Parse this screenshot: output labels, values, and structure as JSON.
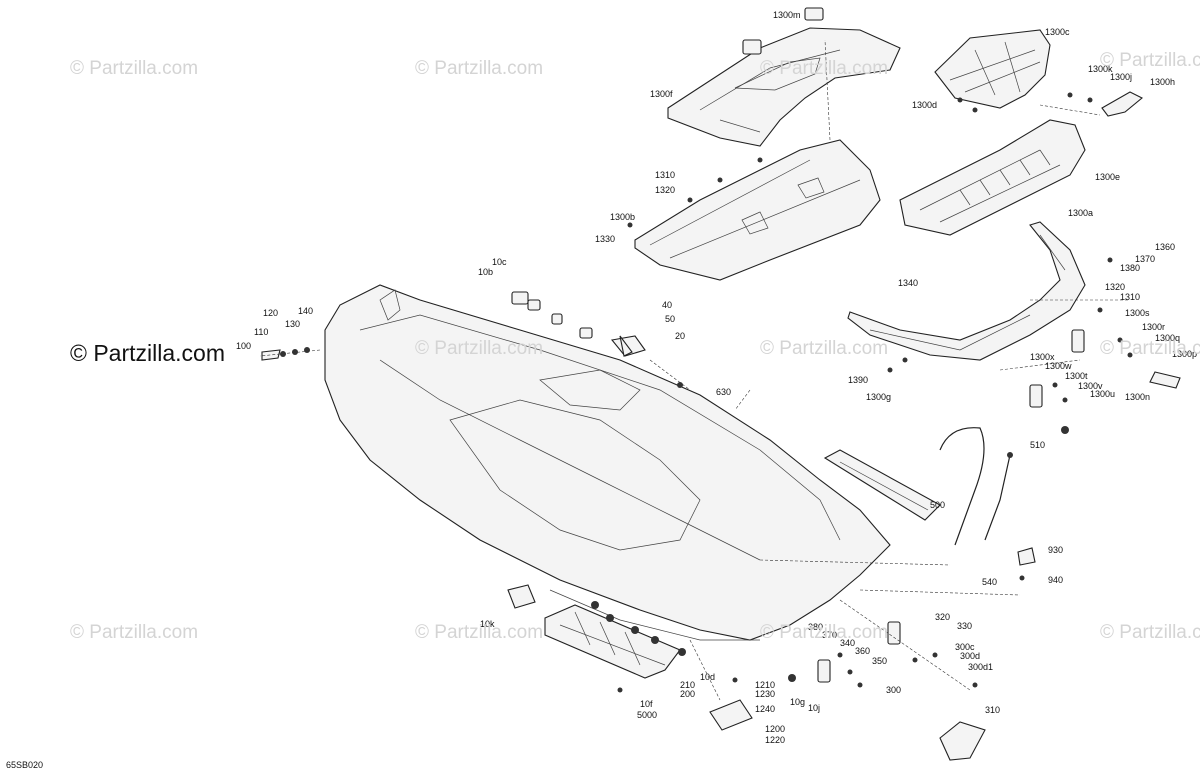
{
  "watermark": {
    "text": "© Partzilla.com",
    "main_text": "© Partzilla.com"
  },
  "diagram_code": "65SB020",
  "labels": {
    "l1300m": "1300m",
    "l1300c": "1300c",
    "l1300f": "1300f",
    "l1300k": "1300k",
    "l1300j": "1300j",
    "l1300h": "1300h",
    "l1300d": "1300d",
    "l1310a": "1310",
    "l1320a": "1320",
    "l1300e": "1300e",
    "l1300b": "1300b",
    "l1330": "1330",
    "l1300a": "1300a",
    "l1360": "1360",
    "l1370": "1370",
    "l1380": "1380",
    "l1340": "1340",
    "l1320b": "1320",
    "l1310b": "1310",
    "l1300s": "1300s",
    "l1300r": "1300r",
    "l1300q": "1300q",
    "l1300p": "1300p",
    "l1300x": "1300x",
    "l1300w": "1300w",
    "l1300t": "1300t",
    "l1300v": "1300v",
    "l1300u": "1300u",
    "l1390": "1390",
    "l1300g": "1300g",
    "l1300n": "1300n",
    "l10c": "10c",
    "l10b": "10b",
    "l40": "40",
    "l50": "50",
    "l20": "20",
    "l120": "120",
    "l140": "140",
    "l110": "110",
    "l130": "130",
    "l100": "100",
    "l630": "630",
    "l510": "510",
    "l500": "500",
    "l540": "540",
    "l930": "930",
    "l940": "940",
    "l320": "320",
    "l330": "330",
    "l300c": "300c",
    "l300d": "300d",
    "l300d1": "300d1",
    "l300": "300",
    "l310": "310",
    "l380": "380",
    "l370": "370",
    "l340": "340",
    "l360": "360",
    "l350": "350",
    "l10k": "10k",
    "l210": "210",
    "l200": "200",
    "l10d": "10d",
    "l1210": "1210",
    "l1230": "1230",
    "l1240": "1240",
    "l10g": "10g",
    "l10j": "10j",
    "l1200": "1200",
    "l1220": "1220",
    "l10f": "10f",
    "l5000": "5000"
  }
}
